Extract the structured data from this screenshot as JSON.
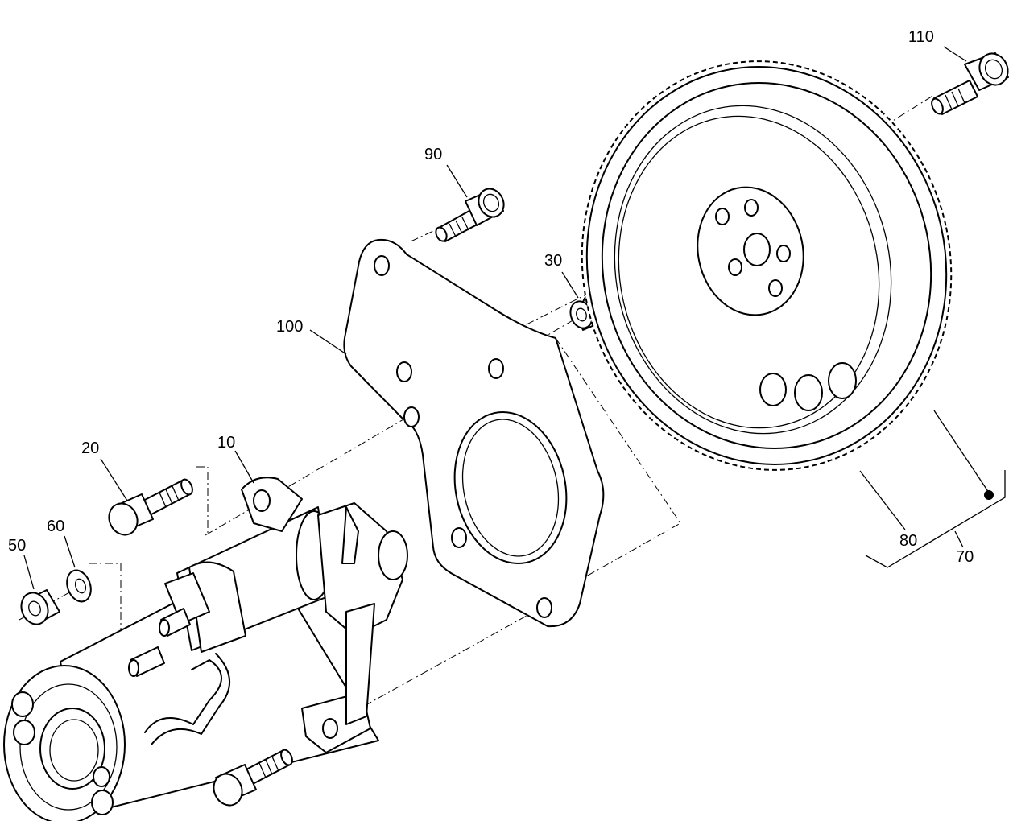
{
  "callouts": {
    "c10": "10",
    "c20": "20",
    "c30": "30",
    "c50": "50",
    "c60": "60",
    "c70": "70",
    "c80": "80",
    "c90": "90",
    "c100": "100",
    "c110": "110"
  },
  "colors": {
    "line": "#000000",
    "background": "#ffffff"
  }
}
